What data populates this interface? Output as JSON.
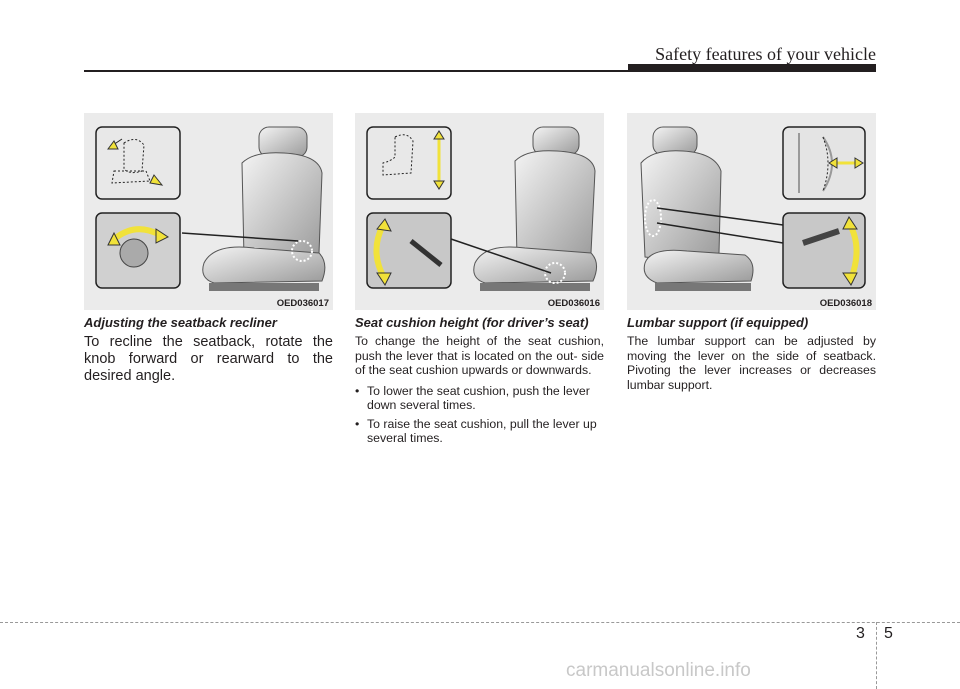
{
  "header": {
    "title": "Safety features of your vehicle"
  },
  "figures": [
    {
      "code": "OED036017"
    },
    {
      "code": "OED036016"
    },
    {
      "code": "OED036018"
    }
  ],
  "sections": [
    {
      "title": "Adjusting the seatback recliner",
      "body": "To recline the seatback, rotate the knob forward or rearward to the desired angle."
    },
    {
      "title": "Seat cushion height (for driver’s seat)",
      "body": "To change the height of the seat cushion, push the lever that is located on the out- side of the seat cushion upwards or downwards.",
      "bullets": [
        "To lower the seat cushion, push the lever down several times.",
        "To raise the seat cushion, pull the lever up several times."
      ]
    },
    {
      "title": "Lumbar support (if equipped)",
      "body": "The lumbar support can be adjusted by moving the lever on the side of seatback. Pivoting the lever increases or decreases lumbar support."
    }
  ],
  "footer": {
    "chapter": "3",
    "page": "5"
  },
  "watermark": "carmanualsonline.info"
}
